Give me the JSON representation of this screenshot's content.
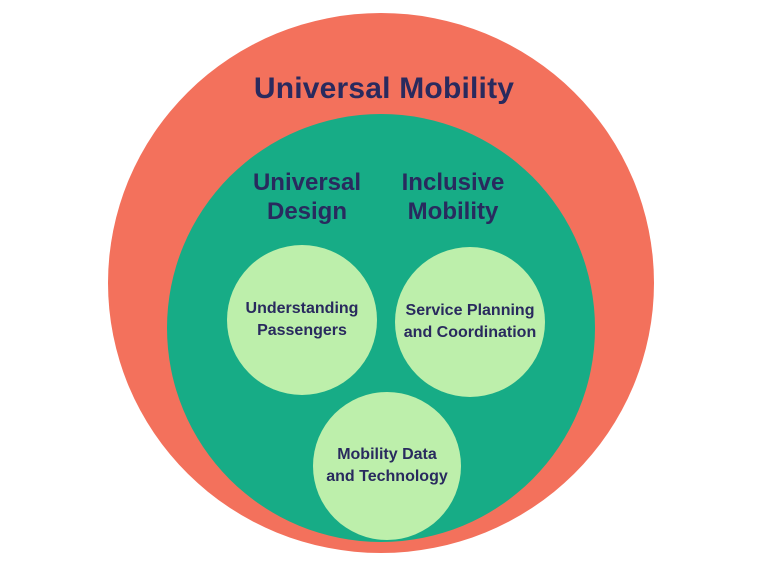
{
  "title": "Universal Mobility",
  "outer_circle": {
    "label": "Universal Mobility",
    "color": "#F3715C"
  },
  "inner_circle": {
    "color": "#17AC86",
    "labels": [
      {
        "id": "universal-design",
        "lines": [
          "Universal",
          "Design"
        ]
      },
      {
        "id": "inclusive-mobility",
        "lines": [
          "Inclusive",
          "Mobility"
        ]
      }
    ]
  },
  "sub_circles": [
    {
      "id": "understanding-passengers",
      "lines": [
        "Understanding",
        "Passengers"
      ],
      "color": "#BDEFAB"
    },
    {
      "id": "service-planning-and-coordination",
      "lines": [
        "Service Planning",
        "and Coordination"
      ],
      "color": "#BDEFAB"
    },
    {
      "id": "mobility-data-and-technology",
      "lines": [
        "Mobility Data",
        "and Technology"
      ],
      "color": "#BDEFAB"
    }
  ],
  "colors": {
    "coral": "#F3715C",
    "teal": "#17AC86",
    "light_green": "#BDEFAB",
    "navy": "#292A5E",
    "background": "#FFFFFF"
  }
}
